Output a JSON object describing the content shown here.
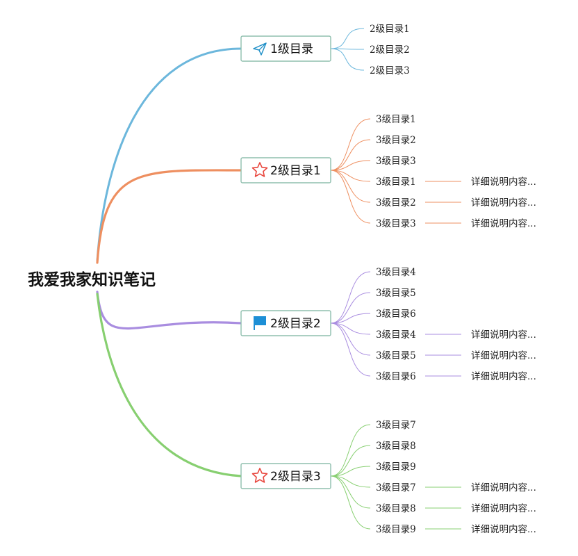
{
  "root": {
    "title": "我爱我家知识笔记"
  },
  "branches": [
    {
      "label": "1级目录",
      "icon": "paper-plane-icon",
      "color": "#6cb7dc",
      "leaves": [
        {
          "label": "2级目录1"
        },
        {
          "label": "2级目录2"
        },
        {
          "label": "2级目录3"
        }
      ]
    },
    {
      "label": "2级目录1",
      "icon": "star-icon",
      "color": "#ee8f60",
      "leaves": [
        {
          "label": "3级目录1"
        },
        {
          "label": "3级目录2"
        },
        {
          "label": "3级目录3"
        },
        {
          "label": "3级目录1",
          "detail": "详细说明内容..."
        },
        {
          "label": "3级目录2",
          "detail": "详细说明内容..."
        },
        {
          "label": "3级目录3",
          "detail": "详细说明内容..."
        }
      ]
    },
    {
      "label": "2级目录2",
      "icon": "flag-icon",
      "color": "#a98de0",
      "leaves": [
        {
          "label": "3级目录4"
        },
        {
          "label": "3级目录5"
        },
        {
          "label": "3级目录6"
        },
        {
          "label": "3级目录4",
          "detail": "详细说明内容..."
        },
        {
          "label": "3级目录5",
          "detail": "详细说明内容..."
        },
        {
          "label": "3级目录6",
          "detail": "详细说明内容..."
        }
      ]
    },
    {
      "label": "2级目录3",
      "icon": "star-icon",
      "color": "#87cf70",
      "leaves": [
        {
          "label": "3级目录7"
        },
        {
          "label": "3级目录8"
        },
        {
          "label": "3级目录9"
        },
        {
          "label": "3级目录7",
          "detail": "详细说明内容..."
        },
        {
          "label": "3级目录8",
          "detail": "详细说明内容..."
        },
        {
          "label": "3级目录9",
          "detail": "详细说明内容..."
        }
      ]
    }
  ]
}
